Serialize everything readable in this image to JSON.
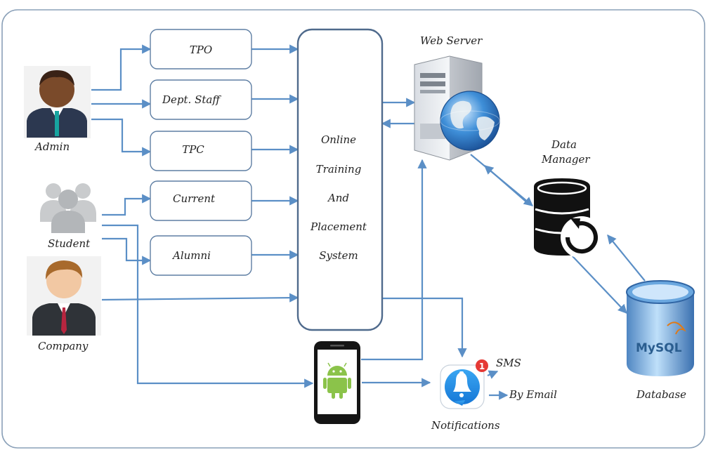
{
  "actors": {
    "admin": "Admin",
    "student": "Student",
    "company": "Company"
  },
  "roles": {
    "tpo": "TPO",
    "dept_staff": "Dept. Staff",
    "tpc": "TPC",
    "current": "Current",
    "alumni": "Alumni"
  },
  "system": {
    "line1": "Online",
    "line2": "Training",
    "line3": "And",
    "line4": "Placement",
    "line5": "System"
  },
  "server": {
    "label": "Web Server"
  },
  "data_manager": {
    "line1": "Data",
    "line2": "Manager"
  },
  "database": {
    "label": "Database",
    "logo_text": "MySQL"
  },
  "notifications": {
    "label": "Notifications",
    "badge": "1",
    "sms": "SMS",
    "email": "By Email"
  },
  "colors": {
    "connector": "#5b8fc6",
    "frame": "#8aa0b8",
    "android": "#8bc34a",
    "bell": "#1e8fe6"
  }
}
